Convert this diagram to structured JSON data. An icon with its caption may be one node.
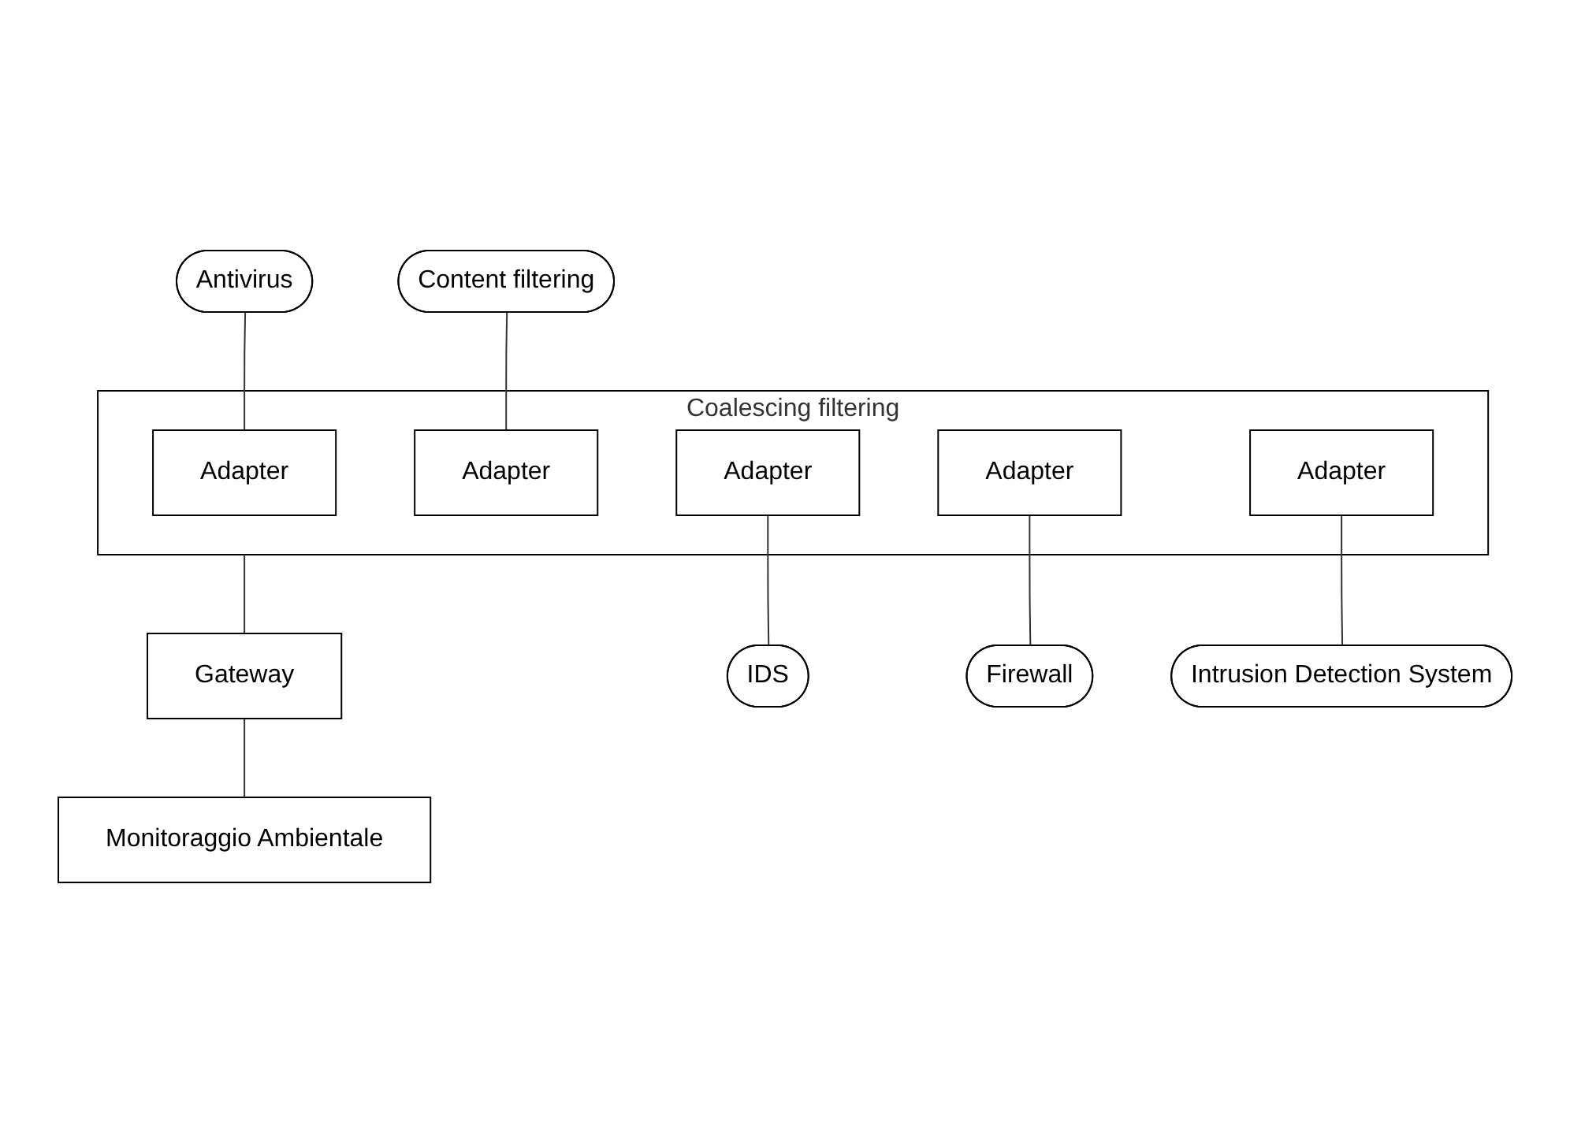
{
  "diagram": {
    "nodes": [
      {
        "text": [
          "Antivirus"
        ]
      },
      {
        "text": [
          "Content filtering"
        ]
      },
      {
        "text": [
          "Coalescing filtering"
        ]
      },
      {
        "text": [
          "Adapter"
        ],
        "in": 2
      },
      {
        "text": [
          "Adapter"
        ],
        "in": 2
      },
      {
        "text": [
          "Gateway"
        ]
      },
      {
        "text": [
          "Adapter"
        ],
        "in": 2
      },
      {
        "text": [
          "Adapter"
        ],
        "in": 2
      },
      {
        "text": [
          "Adapter"
        ],
        "in": 2
      },
      {
        "text": [
          "Monitoraggio Ambientale"
        ]
      },
      {
        "text": [
          "IDS"
        ]
      },
      {
        "text": [
          "Firewall"
        ]
      },
      {
        "text": [
          "Intrusion Detection System"
        ]
      }
    ],
    "edges": [
      {
        "from": 0,
        "to": 3,
        "arrow": "none"
      },
      {
        "from": 1,
        "to": 4,
        "arrow": "none"
      },
      {
        "from": 2,
        "to": 5,
        "arrow": "none"
      },
      {
        "from": 5,
        "to": 9,
        "arrow": "none"
      },
      {
        "from": 6,
        "to": 10,
        "arrow": "none"
      },
      {
        "from": 7,
        "to": 11,
        "arrow": "none"
      },
      {
        "from": 8,
        "to": 12,
        "arrow": "none"
      }
    ]
  }
}
